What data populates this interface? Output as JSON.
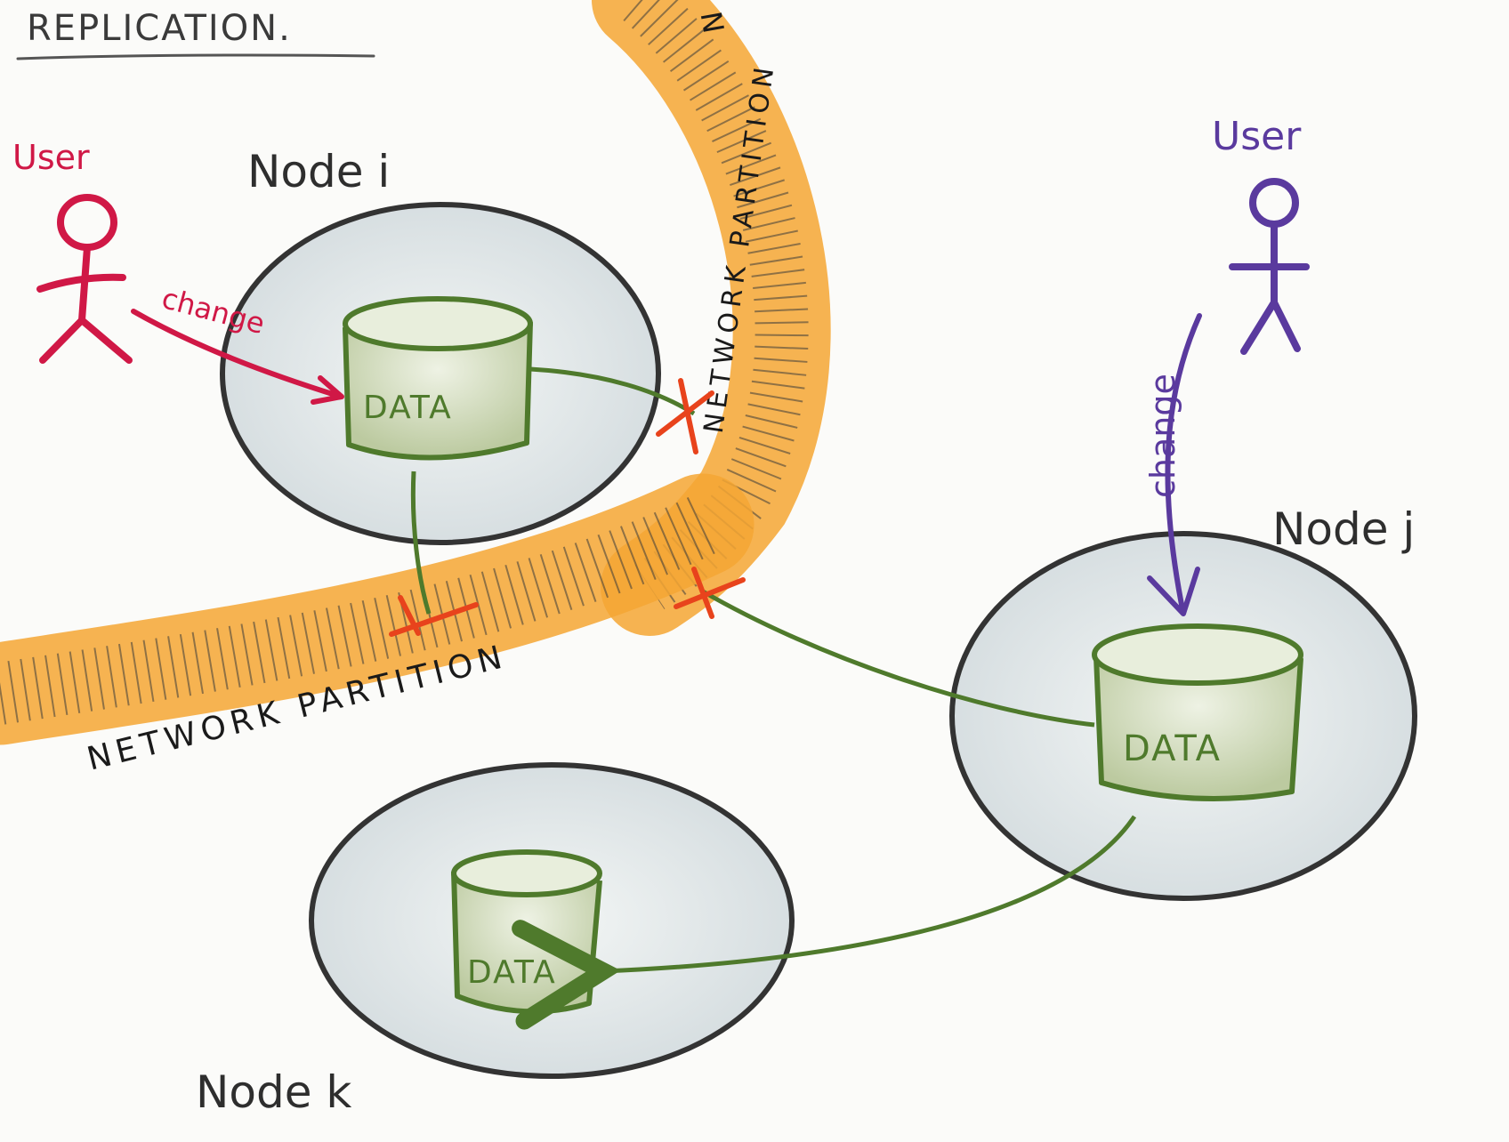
{
  "title": "REPLICATION.",
  "users": [
    {
      "label": "User",
      "color": "#d01846",
      "change_label": "change"
    },
    {
      "label": "User",
      "color": "#5a3a9e",
      "change_label": "change"
    }
  ],
  "nodes": [
    {
      "label": "Node i",
      "data_label": "DATA"
    },
    {
      "label": "Node j",
      "data_label": "DATA"
    },
    {
      "label": "Node k",
      "data_label": "DATA"
    }
  ],
  "partitions": [
    {
      "label": "NETWORK  PARTITION"
    },
    {
      "label": "NETWORK  PARTITION"
    },
    {
      "label": "N"
    }
  ],
  "colors": {
    "ink": "#333333",
    "data": "#4f7a2c",
    "data_fill": "#cdd8b8",
    "node_fill": "#dde4e6",
    "partition_band": "#f4a634",
    "cut_mark": "#e8431c"
  }
}
